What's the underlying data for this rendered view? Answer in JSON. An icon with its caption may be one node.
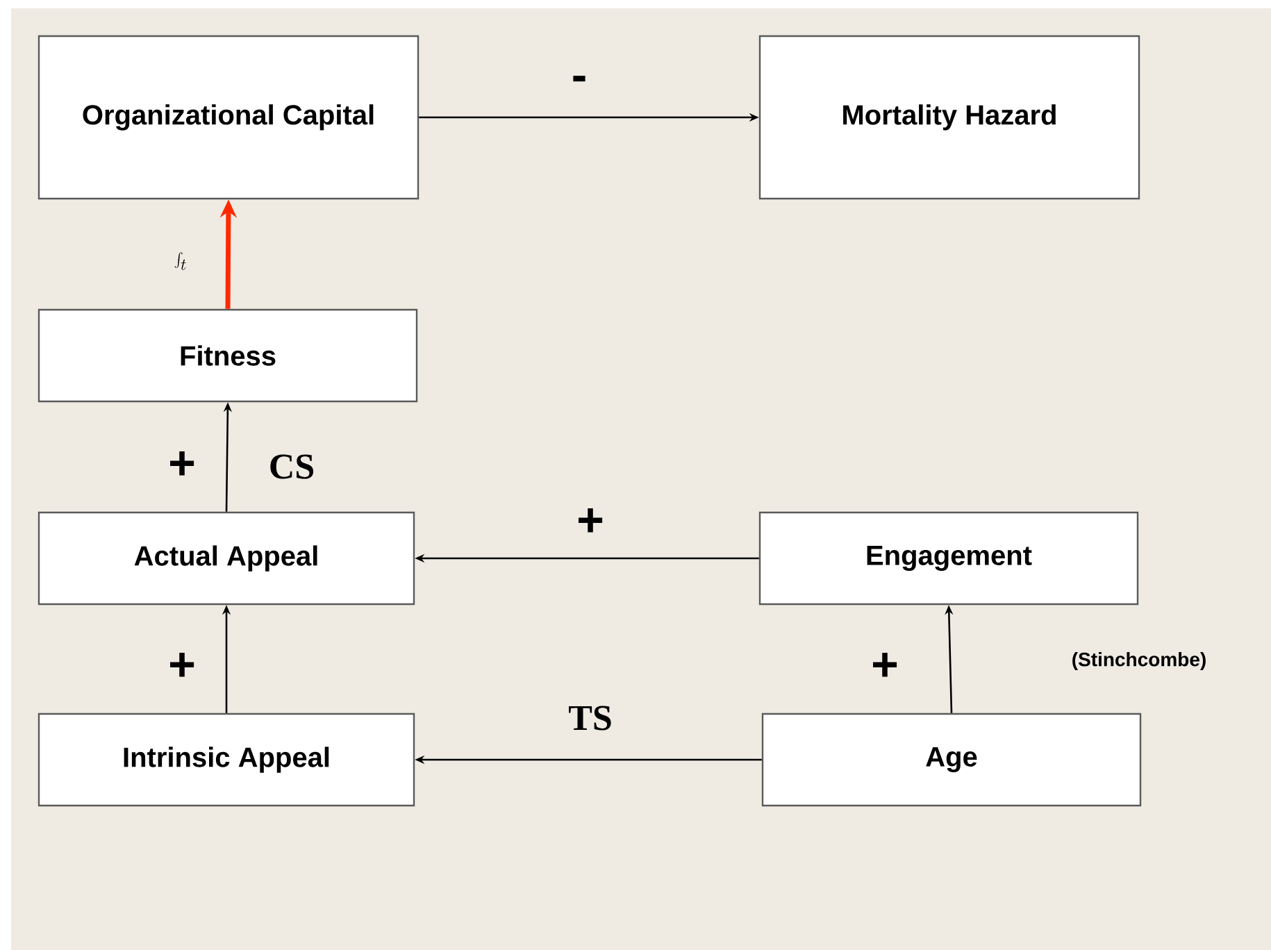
{
  "diagram": {
    "nodes": [
      {
        "text": [
          "Organizational Capital"
        ]
      },
      {
        "text": [
          "Mortality Hazard"
        ]
      },
      {
        "text": [
          "Fitness"
        ]
      },
      {
        "text": [
          "Actual Appeal"
        ]
      },
      {
        "text": [
          "Engagement"
        ]
      },
      {
        "text": [
          "Intrinsic Appeal"
        ]
      },
      {
        "text": [
          "Age"
        ]
      }
    ],
    "edges": [
      {
        "from": 0,
        "to": 1,
        "arrow": "to",
        "label": "-"
      },
      {
        "from": 2,
        "to": 0,
        "arrow": "to",
        "label": "\\int_t",
        "style": "thick",
        "color": "#ff2a00"
      },
      {
        "from": 3,
        "to": 2,
        "arrow": "to",
        "label": "+"
      },
      {
        "from": 4,
        "to": 3,
        "arrow": "to",
        "label": "+"
      },
      {
        "from": 5,
        "to": 3,
        "arrow": "to",
        "label": "+"
      },
      {
        "from": 6,
        "to": 4,
        "arrow": "to",
        "label": "+"
      },
      {
        "from": 6,
        "to": 5,
        "arrow": "to",
        "label": "TS"
      }
    ],
    "labels": [
      "CS",
      "(Stinchcombe)"
    ]
  }
}
